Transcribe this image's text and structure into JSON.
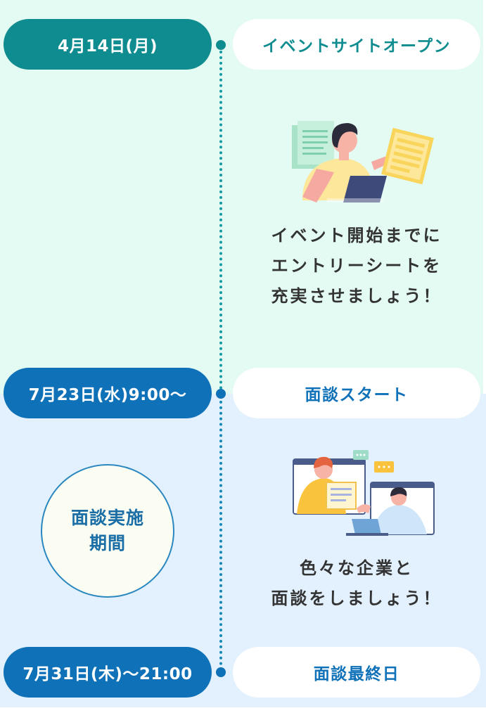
{
  "colors": {
    "teal": "#0f8c8f",
    "blue": "#0f71b8",
    "bg_top": "#e3fbf3",
    "bg_bottom": "#e2f1fd",
    "caption_text": "#333333"
  },
  "timeline": {
    "milestone_1": {
      "date": "4月14日(月)",
      "event": "イベントサイトオープン"
    },
    "illustration_1": {
      "icon": "woman-with-laptop-and-documents-icon"
    },
    "caption_1": {
      "line1": "イベント開始までに",
      "line2": "エントリーシートを",
      "line3": "充実させましょう！"
    },
    "milestone_2": {
      "date": "7月23日(水)9:00〜",
      "event": "面談スタート"
    },
    "period": {
      "line1": "面談実施",
      "line2": "期間"
    },
    "illustration_2": {
      "icon": "online-interview-video-call-icon"
    },
    "caption_2": {
      "line1": "色々な企業と",
      "line2": "面談をしましょう！"
    },
    "milestone_3": {
      "date": "7月31日(木)〜21:00",
      "event": "面談最終日"
    }
  }
}
